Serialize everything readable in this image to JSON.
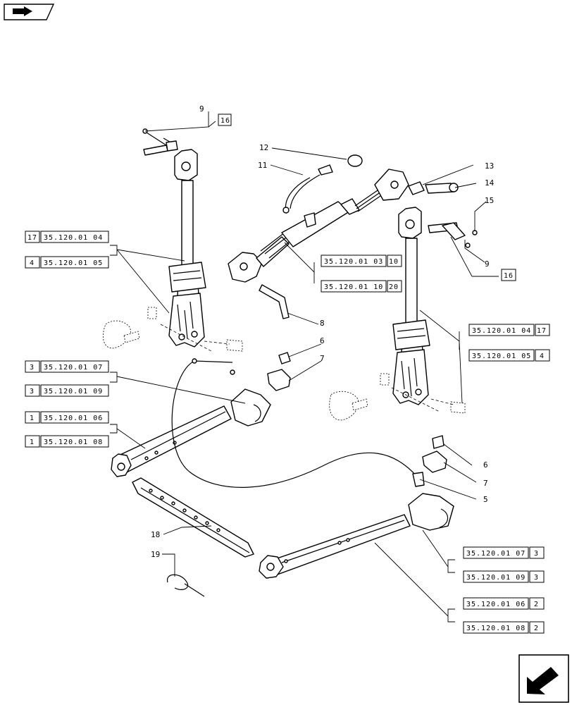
{
  "header_icon": "book-arrow-icon",
  "nav_icon": "return-arrow-icon",
  "callouts": [
    {
      "id": "c9a",
      "label": "9"
    },
    {
      "id": "c12",
      "label": "12"
    },
    {
      "id": "c11",
      "label": "11"
    },
    {
      "id": "c13",
      "label": "13"
    },
    {
      "id": "c14",
      "label": "14"
    },
    {
      "id": "c15",
      "label": "15"
    },
    {
      "id": "c9b",
      "label": "9"
    },
    {
      "id": "c8",
      "label": "8"
    },
    {
      "id": "c6a",
      "label": "6"
    },
    {
      "id": "c7a",
      "label": "7"
    },
    {
      "id": "c6b",
      "label": "6"
    },
    {
      "id": "c7b",
      "label": "7"
    },
    {
      "id": "c5",
      "label": "5"
    },
    {
      "id": "c18",
      "label": "18"
    },
    {
      "id": "c19",
      "label": "19"
    }
  ],
  "ref_boxes": [
    {
      "id": "r16a",
      "item": "16",
      "ref": ""
    },
    {
      "id": "r17",
      "item": "17",
      "ref": "35.120.01 04"
    },
    {
      "id": "r4",
      "item": "4",
      "ref": "35.120.01 05"
    },
    {
      "id": "r10",
      "item": "10",
      "ref": "35.120.01 03"
    },
    {
      "id": "r20",
      "item": "20",
      "ref": "35.120.01 10"
    },
    {
      "id": "r16b",
      "item": "16",
      "ref": ""
    },
    {
      "id": "r17b",
      "item": "17",
      "ref": "35.120.01 04"
    },
    {
      "id": "r4b",
      "item": "4",
      "ref": "35.120.01 05"
    },
    {
      "id": "r3a",
      "item": "3",
      "ref": "35.120.01 07"
    },
    {
      "id": "r3b",
      "item": "3",
      "ref": "35.120.01 09"
    },
    {
      "id": "r1a",
      "item": "1",
      "ref": "35.120.01 06"
    },
    {
      "id": "r1b",
      "item": "1",
      "ref": "35.120.01 08"
    },
    {
      "id": "r3c",
      "item": "3",
      "ref": "35.120.01 07"
    },
    {
      "id": "r3d",
      "item": "3",
      "ref": "35.120.01 09"
    },
    {
      "id": "r2a",
      "item": "2",
      "ref": "35.120.01 06"
    },
    {
      "id": "r2b",
      "item": "2",
      "ref": "35.120.01 08"
    }
  ]
}
